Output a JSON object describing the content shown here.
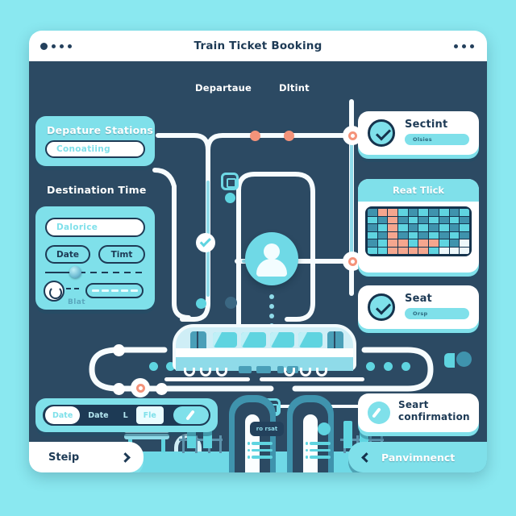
{
  "window": {
    "title": "Train Ticket Booking",
    "traffic_dots": [
      "dot-1",
      "dot-2",
      "dot-3",
      "dot-4"
    ],
    "menu_dots": [
      "dot-1",
      "dot-2",
      "dot-3"
    ]
  },
  "colors": {
    "page_background": "#8ae8f0",
    "canvas": "#2c4a63",
    "accent_teal": "#7fe0ea",
    "accent_salmon": "#f4937a",
    "navy": "#1d3a55",
    "white": "#ffffff"
  },
  "cards": {
    "departure": {
      "title": "Depature Stations",
      "input_value": "Conoatiing"
    },
    "destination": {
      "title": "Destination  Time",
      "input_value": "Dalorice",
      "date_button": "Date",
      "time_button": "Timt",
      "slider_label": "Blat"
    },
    "section_status": {
      "title": "Sectint",
      "pill_text": "Olsies"
    },
    "seatmap": {
      "title": "Reat Tlick"
    },
    "seat_status": {
      "title": "Seat",
      "pill_text": "Orsp"
    },
    "seat_confirmation": {
      "title_line_1": "Seart",
      "title_line_2": "confirmation"
    }
  },
  "toolbar": {
    "chips": [
      {
        "label": "Date",
        "style": "white"
      },
      {
        "label": "Date",
        "style": "plain"
      },
      {
        "label": "L",
        "style": "plain"
      },
      {
        "label": "Fle",
        "style": "pale"
      }
    ],
    "edit_label": ""
  },
  "nav": {
    "back_label": "Steip",
    "forward_label": "Panvimnenct"
  },
  "diagram": {
    "labels": [
      {
        "text": "Departaue"
      },
      {
        "text": "Dltint"
      }
    ]
  },
  "illustration": {
    "kiosk_left_screen": "ro rsat"
  },
  "seatmap_grid": {
    "rows": 6,
    "cols": 10,
    "legend": {
      "available": "#3f93ad",
      "selected": "#5fd4e0",
      "occupied": "#f5a68e",
      "blank": "#eef8fb"
    },
    "cells": [
      [
        "a",
        "c",
        "c",
        "b",
        "a",
        "b",
        "a",
        "b",
        "a",
        "b"
      ],
      [
        "b",
        "a",
        "c",
        "a",
        "b",
        "a",
        "b",
        "a",
        "b",
        "a"
      ],
      [
        "a",
        "b",
        "c",
        "b",
        "a",
        "b",
        "a",
        "b",
        "a",
        "b"
      ],
      [
        "b",
        "a",
        "c",
        "a",
        "b",
        "a",
        "b",
        "a",
        "b",
        "a"
      ],
      [
        "a",
        "b",
        "c",
        "c",
        "b",
        "c",
        "c",
        "b",
        "a",
        "d"
      ],
      [
        "b",
        "b",
        "c",
        "c",
        "c",
        "c",
        "b",
        "d",
        "d",
        "d"
      ]
    ]
  }
}
